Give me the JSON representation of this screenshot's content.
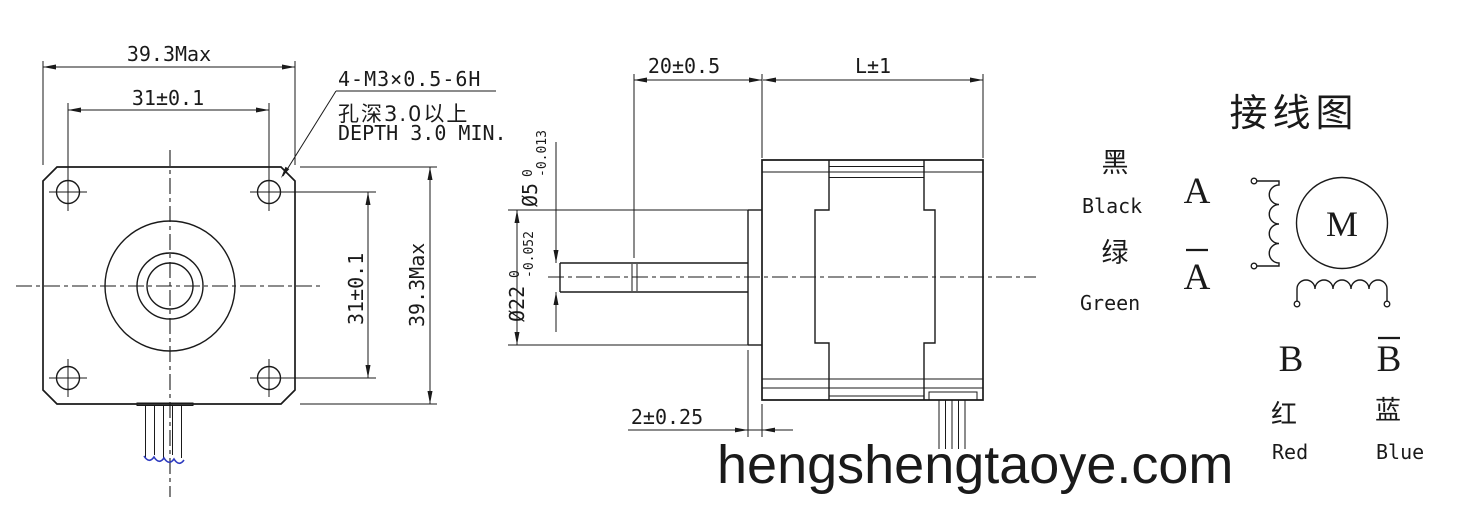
{
  "colors": {
    "line": "#1a1a1a",
    "wire_break_line": "#2e3bbf",
    "watermark": "#000000",
    "background": "#ffffff"
  },
  "front_view": {
    "width_max": "39.3Max",
    "hole_pitch_horizontal": "31±0.1",
    "hole_pitch_vertical": "31±0.1",
    "height_max": "39.3Max",
    "mounting_hole_callout": {
      "line1": "4-M3×0.5-6H",
      "line2": "孔深3.0以上",
      "line3": "DEPTH 3.0 MIN."
    }
  },
  "side_view": {
    "shaft_extension": "20±0.5",
    "body_length": "L±1",
    "pilot_height": "2±0.25",
    "shaft_diameter": {
      "nominal": "Ø5",
      "upper_tol": "0",
      "lower_tol": "-0.013"
    },
    "pilot_diameter": {
      "nominal": "Ø22",
      "upper_tol": "0",
      "lower_tol": "-0.052"
    }
  },
  "wiring_diagram": {
    "title": "接线图",
    "motor_symbol": "M",
    "phase_a": {
      "terminal": "A",
      "wire_color_cn": "黑",
      "wire_color_en": "Black"
    },
    "phase_a_bar": {
      "terminal": "A",
      "wire_color_cn": "绿",
      "wire_color_en": "Green"
    },
    "phase_b": {
      "terminal": "B",
      "wire_color_cn": "红",
      "wire_color_en": "Red"
    },
    "phase_b_bar": {
      "terminal": "B",
      "wire_color_cn": "蓝",
      "wire_color_en": "Blue"
    }
  },
  "watermark": {
    "text": "hengshengtaoye.com"
  }
}
